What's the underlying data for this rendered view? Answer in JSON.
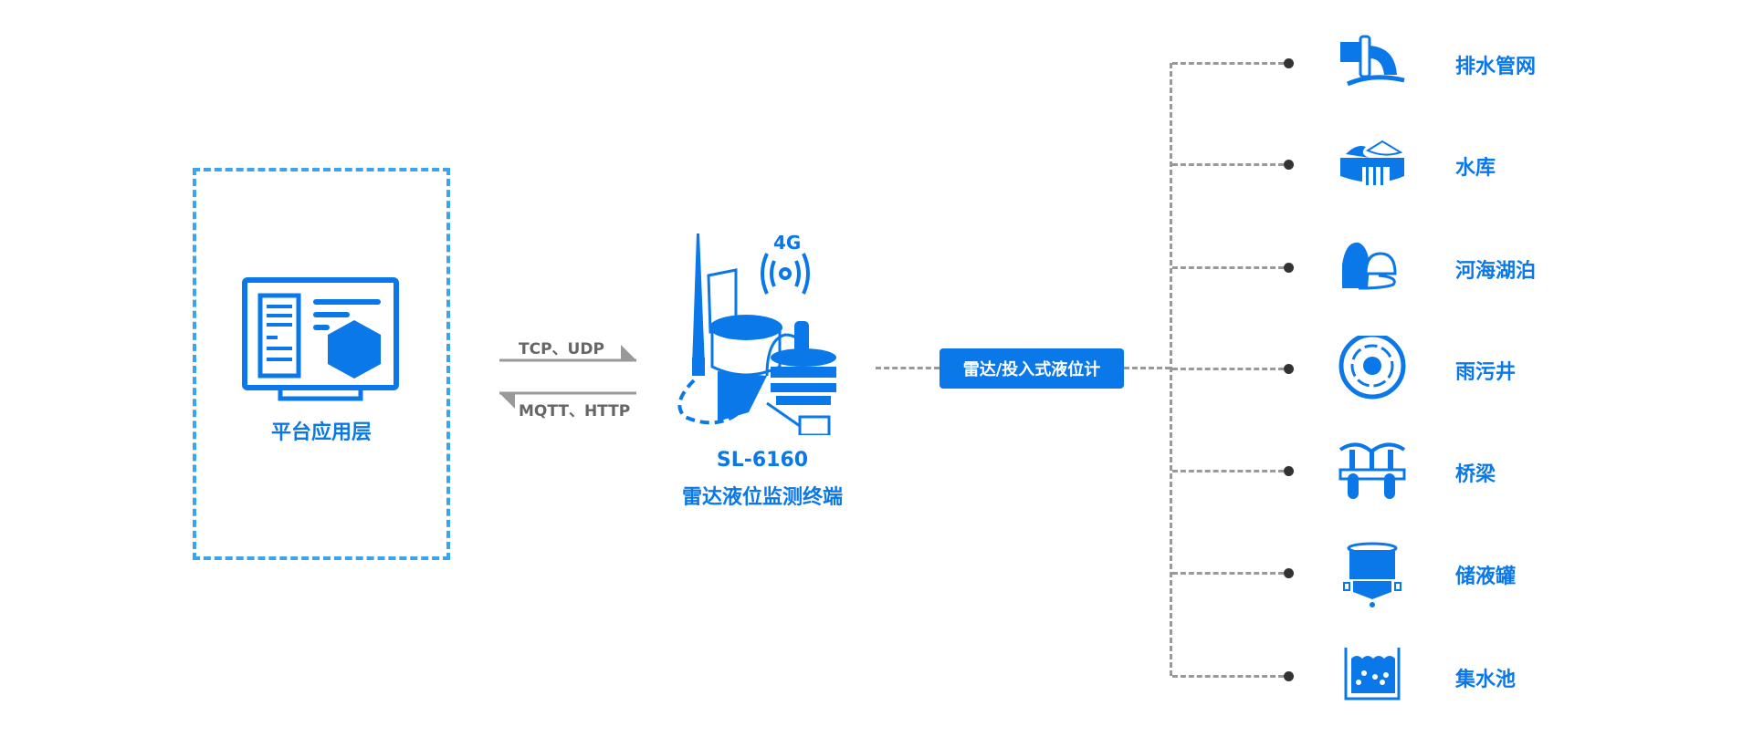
{
  "platform": {
    "label": "平台应用层"
  },
  "protocols": {
    "up": "TCP、UDP",
    "down": "MQTT、HTTP"
  },
  "device": {
    "badge": "4G",
    "model": "SL-6160",
    "name": "雷达液位监测终端"
  },
  "sensor_button": {
    "label": "雷达/投入式液位计"
  },
  "applications": [
    {
      "label": "排水管网",
      "icon": "drain-pipe-icon"
    },
    {
      "label": "水库",
      "icon": "reservoir-icon"
    },
    {
      "label": "河海湖泊",
      "icon": "river-lake-icon"
    },
    {
      "label": "雨污井",
      "icon": "manhole-icon"
    },
    {
      "label": "桥梁",
      "icon": "bridge-icon"
    },
    {
      "label": "储液罐",
      "icon": "storage-tank-icon"
    },
    {
      "label": "集水池",
      "icon": "sump-pool-icon"
    }
  ],
  "colors": {
    "primary": "#0a78e8",
    "line": "#999999"
  }
}
